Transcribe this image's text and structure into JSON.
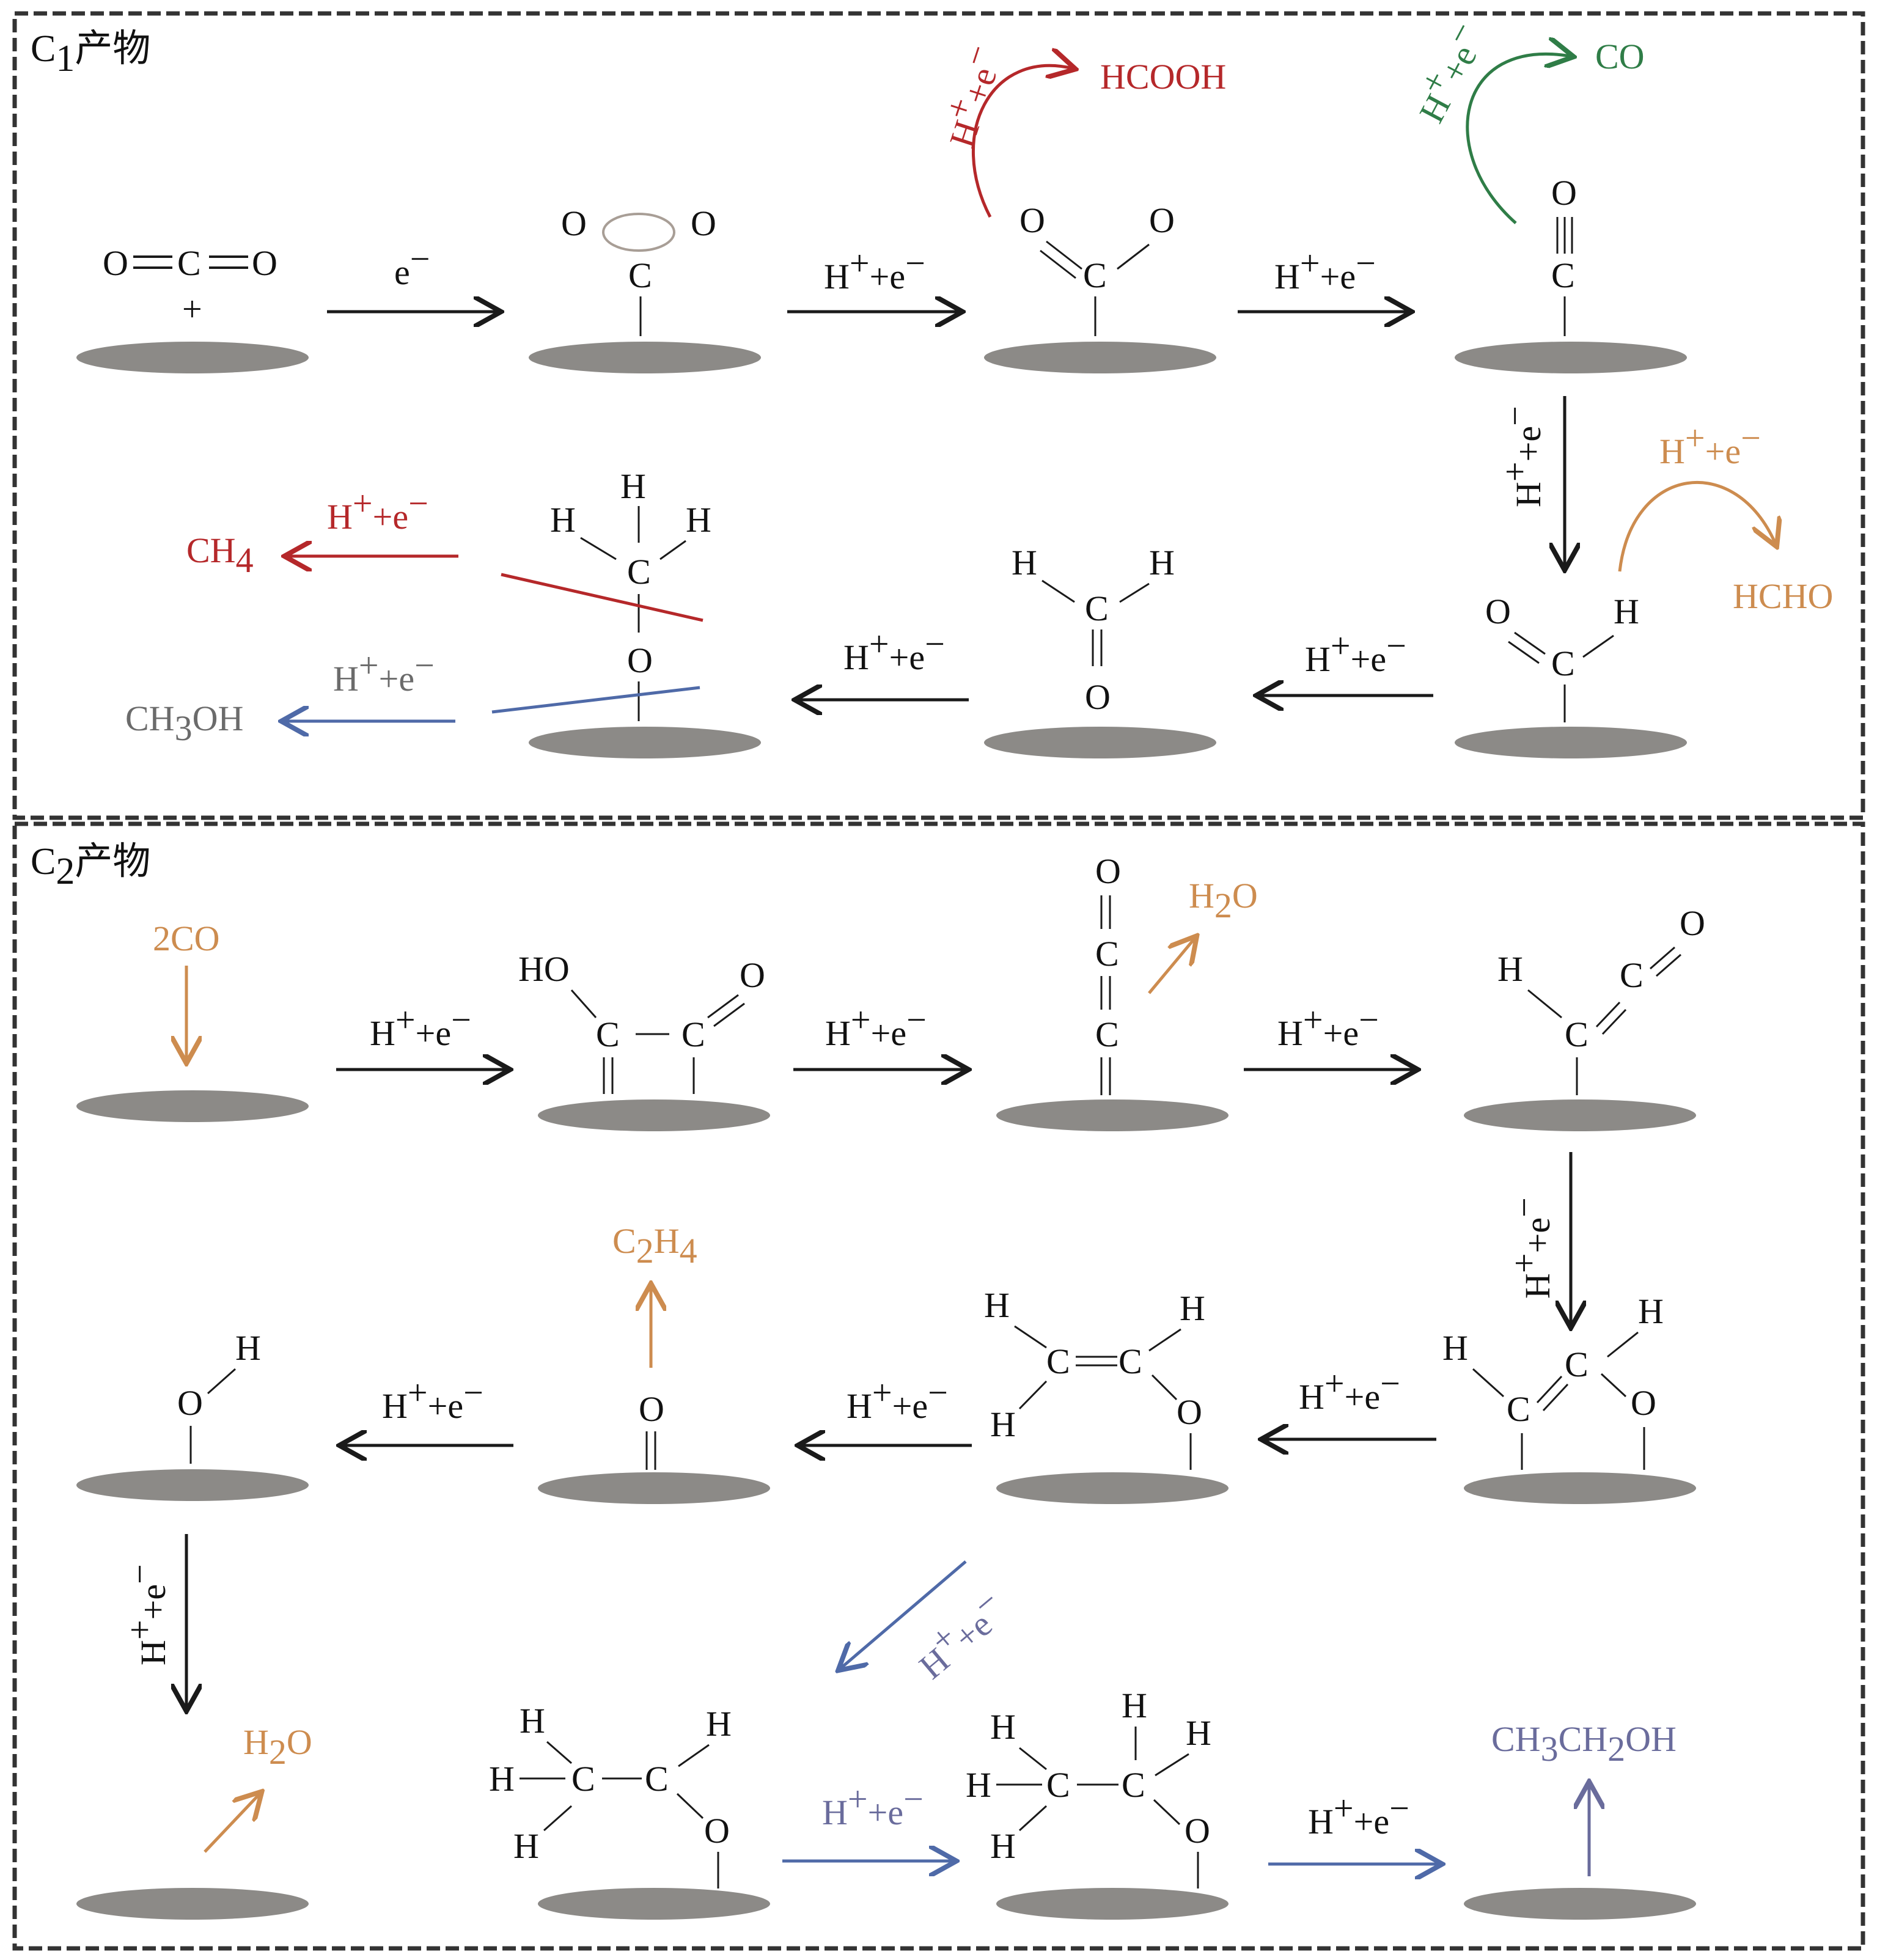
{
  "colors": {
    "black": "#1a1a1a",
    "red": "#b5282a",
    "green": "#2f7d47",
    "orange": "#cd8c4f",
    "blue": "#4f6aa8",
    "grey": "#6b6b6b",
    "lavender": "#6a6c9c",
    "surface": "#8c8a87",
    "frame": "#333333"
  },
  "panels": {
    "c1": {
      "title_main": "C",
      "title_sub": "1",
      "title_tail": "产物"
    },
    "c2": {
      "title_main": "C",
      "title_sub": "2",
      "title_tail": "产物"
    }
  },
  "reagents": {
    "e": "e",
    "minus": "−",
    "h": "H",
    "plus": "+",
    "plus_e": "+e"
  },
  "atoms": {
    "O": "O",
    "C": "C",
    "H": "H",
    "HO": "HO",
    "plus_sign": "+"
  },
  "products": {
    "hcooh": "HCOOH",
    "co": "CO",
    "hcho": "HCHO",
    "ch4_main": "CH",
    "ch4_sub": "4",
    "ch3oh_a": "CH",
    "ch3oh_sub": "3",
    "ch3oh_b": "OH",
    "two_co": "2CO",
    "h2o_a": "H",
    "h2o_sub": "2",
    "h2o_b": "O",
    "c2h4_a": "C",
    "c2h4_sub1": "2",
    "c2h4_b": "H",
    "c2h4_sub2": "4",
    "etoh_a": "CH",
    "etoh_sub1": "3",
    "etoh_b": "CH",
    "etoh_sub2": "2",
    "etoh_c": "OH"
  }
}
